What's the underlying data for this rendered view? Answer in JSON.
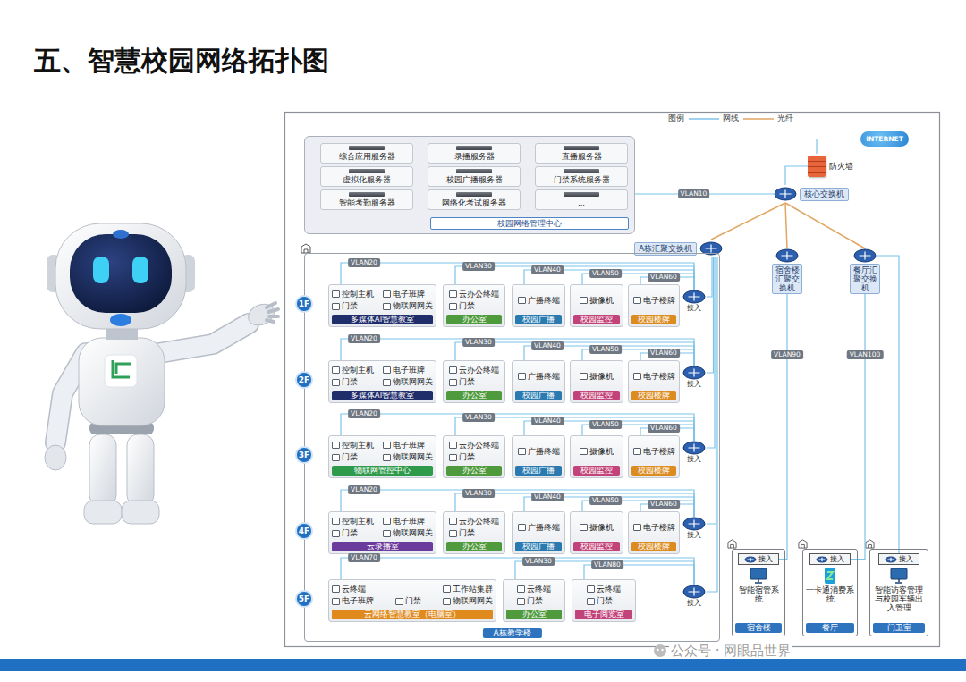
{
  "diagram": {
    "title": "五、智慧校园网络拓扑图",
    "nodes": [
      {
        "text": [
          "校园网络管理中心"
        ]
      },
      {
        "text": [
          "综合应用服务器"
        ],
        "in": 0
      },
      {
        "text": [
          "录播服务器"
        ],
        "in": 0
      },
      {
        "text": [
          "直播服务器"
        ],
        "in": 0
      },
      {
        "text": [
          "虚拟化服务器"
        ],
        "in": 0
      },
      {
        "text": [
          "校园广播服务器"
        ],
        "in": 0
      },
      {
        "text": [
          "门禁系统服务器"
        ],
        "in": 0
      },
      {
        "text": [
          "智能考勤服务器"
        ],
        "in": 0
      },
      {
        "text": [
          "网络化考试服务器"
        ],
        "in": 0
      },
      {
        "text": [
          "..."
        ],
        "in": 0
      },
      {
        "text": [
          "INTERNET"
        ]
      },
      {
        "text": [
          "防火墙"
        ]
      },
      {
        "text": [
          "核心交换机"
        ]
      },
      {
        "text": [
          "A栋汇聚交换机"
        ]
      },
      {
        "text": [
          "宿舍楼汇聚交换机"
        ]
      },
      {
        "text": [
          "餐厅汇聚交换机"
        ]
      },
      {
        "text": [
          "A栋教学楼"
        ]
      },
      {
        "text": [
          "1F"
        ],
        "in": 16
      },
      {
        "text": [
          "控制主机",
          "电子班牌",
          "门禁",
          "物联网网关",
          "多媒体AI智慧教室"
        ],
        "in": 16
      },
      {
        "text": [
          "云办公终端",
          "门禁",
          "办公室"
        ],
        "in": 16
      },
      {
        "text": [
          "广播终端",
          "校园广播"
        ],
        "in": 16
      },
      {
        "text": [
          "摄像机",
          "校园监控"
        ],
        "in": 16
      },
      {
        "text": [
          "电子楼牌",
          "校园楼牌"
        ],
        "in": 16
      },
      {
        "text": [
          "接入"
        ],
        "in": 16
      },
      {
        "text": [
          "2F"
        ],
        "in": 16
      },
      {
        "text": [
          "控制主机",
          "电子班牌",
          "门禁",
          "物联网网关",
          "多媒体AI智慧教室"
        ],
        "in": 16
      },
      {
        "text": [
          "云办公终端",
          "门禁",
          "办公室"
        ],
        "in": 16
      },
      {
        "text": [
          "广播终端",
          "校园广播"
        ],
        "in": 16
      },
      {
        "text": [
          "摄像机",
          "校园监控"
        ],
        "in": 16
      },
      {
        "text": [
          "电子楼牌",
          "校园楼牌"
        ],
        "in": 16
      },
      {
        "text": [
          "接入"
        ],
        "in": 16
      },
      {
        "text": [
          "3F"
        ],
        "in": 16
      },
      {
        "text": [
          "控制主机",
          "电子班牌",
          "门禁",
          "物联网网关",
          "物联网管控中心"
        ],
        "in": 16
      },
      {
        "text": [
          "云办公终端",
          "门禁",
          "办公室"
        ],
        "in": 16
      },
      {
        "text": [
          "广播终端",
          "校园广播"
        ],
        "in": 16
      },
      {
        "text": [
          "摄像机",
          "校园监控"
        ],
        "in": 16
      },
      {
        "text": [
          "电子楼牌",
          "校园楼牌"
        ],
        "in": 16
      },
      {
        "text": [
          "接入"
        ],
        "in": 16
      },
      {
        "text": [
          "4F"
        ],
        "in": 16
      },
      {
        "text": [
          "控制主机",
          "电子班牌",
          "门禁",
          "物联网网关",
          "云录播室"
        ],
        "in": 16
      },
      {
        "text": [
          "云办公终端",
          "门禁",
          "办公室"
        ],
        "in": 16
      },
      {
        "text": [
          "广播终端",
          "校园广播"
        ],
        "in": 16
      },
      {
        "text": [
          "摄像机",
          "校园监控"
        ],
        "in": 16
      },
      {
        "text": [
          "电子楼牌",
          "校园楼牌"
        ],
        "in": 16
      },
      {
        "text": [
          "接入"
        ],
        "in": 16
      },
      {
        "text": [
          "5F"
        ],
        "in": 16
      },
      {
        "text": [
          "云终端",
          "工作站集群",
          "电子班牌",
          "门禁",
          "物联网网关",
          "云网络智慧教室（电脑室）"
        ],
        "in": 16
      },
      {
        "text": [
          "云终端",
          "门禁",
          "办公室"
        ],
        "in": 16
      },
      {
        "text": [
          "云终端",
          "门禁",
          "电子阅览室"
        ],
        "in": 16
      },
      {
        "text": [
          "接入"
        ],
        "in": 16
      },
      {
        "text": [
          "智能宿管系统",
          "宿舍楼"
        ]
      },
      {
        "text": [
          "接入"
        ],
        "in": 50
      },
      {
        "text": [
          "一卡通消费系统",
          "餐厅"
        ]
      },
      {
        "text": [
          "接入"
        ],
        "in": 52
      },
      {
        "text": [
          "智能访客管理与校园车辆出入管理",
          "门卫室"
        ]
      },
      {
        "text": [
          "接入"
        ],
        "in": 54
      }
    ],
    "edges": [
      {
        "from": 11,
        "to": 10,
        "arrow": "none"
      },
      {
        "from": 12,
        "to": 11,
        "arrow": "none"
      },
      {
        "from": 0,
        "to": 12,
        "label": "VLAN10",
        "arrow": "none"
      },
      {
        "from": 12,
        "to": 13,
        "arrow": "none"
      },
      {
        "from": 12,
        "to": 14,
        "arrow": "none"
      },
      {
        "from": 12,
        "to": 15,
        "arrow": "none"
      },
      {
        "from": 13,
        "to": 23,
        "arrow": "none"
      },
      {
        "from": 13,
        "to": 30,
        "arrow": "none"
      },
      {
        "from": 13,
        "to": 37,
        "arrow": "none"
      },
      {
        "from": 13,
        "to": 44,
        "arrow": "none"
      },
      {
        "from": 13,
        "to": 49,
        "arrow": "none"
      },
      {
        "from": 23,
        "to": 18,
        "label": "VLAN20",
        "arrow": "none"
      },
      {
        "from": 23,
        "to": 19,
        "label": "VLAN30",
        "arrow": "none"
      },
      {
        "from": 23,
        "to": 20,
        "label": "VLAN40",
        "arrow": "none"
      },
      {
        "from": 23,
        "to": 21,
        "label": "VLAN50",
        "arrow": "none"
      },
      {
        "from": 23,
        "to": 22,
        "label": "VLAN60",
        "arrow": "none"
      },
      {
        "from": 30,
        "to": 25,
        "label": "VLAN20",
        "arrow": "none"
      },
      {
        "from": 30,
        "to": 26,
        "label": "VLAN30",
        "arrow": "none"
      },
      {
        "from": 30,
        "to": 27,
        "label": "VLAN40",
        "arrow": "none"
      },
      {
        "from": 30,
        "to": 28,
        "label": "VLAN50",
        "arrow": "none"
      },
      {
        "from": 30,
        "to": 29,
        "label": "VLAN60",
        "arrow": "none"
      },
      {
        "from": 37,
        "to": 32,
        "label": "VLAN20",
        "arrow": "none"
      },
      {
        "from": 37,
        "to": 33,
        "label": "VLAN30",
        "arrow": "none"
      },
      {
        "from": 37,
        "to": 34,
        "label": "VLAN40",
        "arrow": "none"
      },
      {
        "from": 37,
        "to": 35,
        "label": "VLAN50",
        "arrow": "none"
      },
      {
        "from": 37,
        "to": 36,
        "label": "VLAN60",
        "arrow": "none"
      },
      {
        "from": 44,
        "to": 39,
        "label": "VLAN20",
        "arrow": "none"
      },
      {
        "from": 44,
        "to": 40,
        "label": "VLAN30",
        "arrow": "none"
      },
      {
        "from": 44,
        "to": 41,
        "label": "VLAN40",
        "arrow": "none"
      },
      {
        "from": 44,
        "to": 42,
        "label": "VLAN50",
        "arrow": "none"
      },
      {
        "from": 44,
        "to": 43,
        "label": "VLAN60",
        "arrow": "none"
      },
      {
        "from": 49,
        "to": 46,
        "label": "VLAN70",
        "arrow": "none"
      },
      {
        "from": 49,
        "to": 47,
        "label": "VLAN30",
        "arrow": "none"
      },
      {
        "from": 49,
        "to": 48,
        "label": "VLAN80",
        "arrow": "none"
      },
      {
        "from": 14,
        "to": 51,
        "label": "VLAN90",
        "arrow": "none"
      },
      {
        "from": 15,
        "to": 53,
        "label": "VLAN100",
        "arrow": "none"
      },
      {
        "from": 15,
        "to": 55,
        "arrow": "none"
      }
    ],
    "labels": [
      "图例",
      "公众号 · 网眼品世界"
    ],
    "legend": [
      {
        "text": "网线"
      },
      {
        "text": "光纤"
      }
    ]
  }
}
